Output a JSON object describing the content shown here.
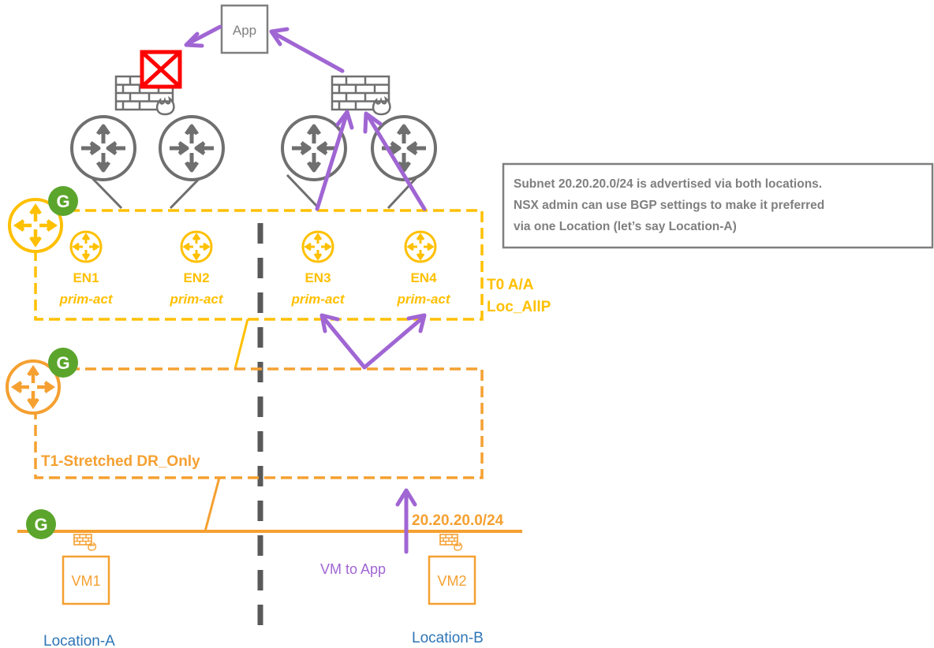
{
  "app": {
    "label": "App"
  },
  "edge_nodes": [
    {
      "name": "EN1",
      "mode": "prim-act"
    },
    {
      "name": "EN2",
      "mode": "prim-act"
    },
    {
      "name": "EN3",
      "mode": "prim-act"
    },
    {
      "name": "EN4",
      "mode": "prim-act"
    }
  ],
  "t0": {
    "line1": "T0 A/A",
    "line2": "Loc_AllP"
  },
  "t1": {
    "label": "T1-Stretched DR_Only"
  },
  "segment": {
    "subnet": "20.20.20.0/24"
  },
  "vms": [
    {
      "label": "VM1"
    },
    {
      "label": "VM2"
    }
  ],
  "flow": {
    "label": "VM to App"
  },
  "locations": [
    {
      "label": "Location-A"
    },
    {
      "label": "Location-B"
    }
  ],
  "gateway_badge": "G",
  "note": {
    "line1": "Subnet 20.20.20.0/24 is advertised via both locations.",
    "line2": "NSX admin can use BGP settings to make it preferred",
    "line3": "via one Location (let’s say Location-A)"
  },
  "colors": {
    "t0": "#ffc000",
    "t1": "#f5a031",
    "flow": "#a066d3",
    "physical": "#6f6f6f",
    "badge": "#5ba52c",
    "blocked": "#ff0000",
    "location_text": "#2e75b6"
  },
  "icons": [
    "router-icon",
    "firewall-icon",
    "gateway-badge-icon",
    "blocked-icon",
    "distributed-firewall-icon"
  ]
}
